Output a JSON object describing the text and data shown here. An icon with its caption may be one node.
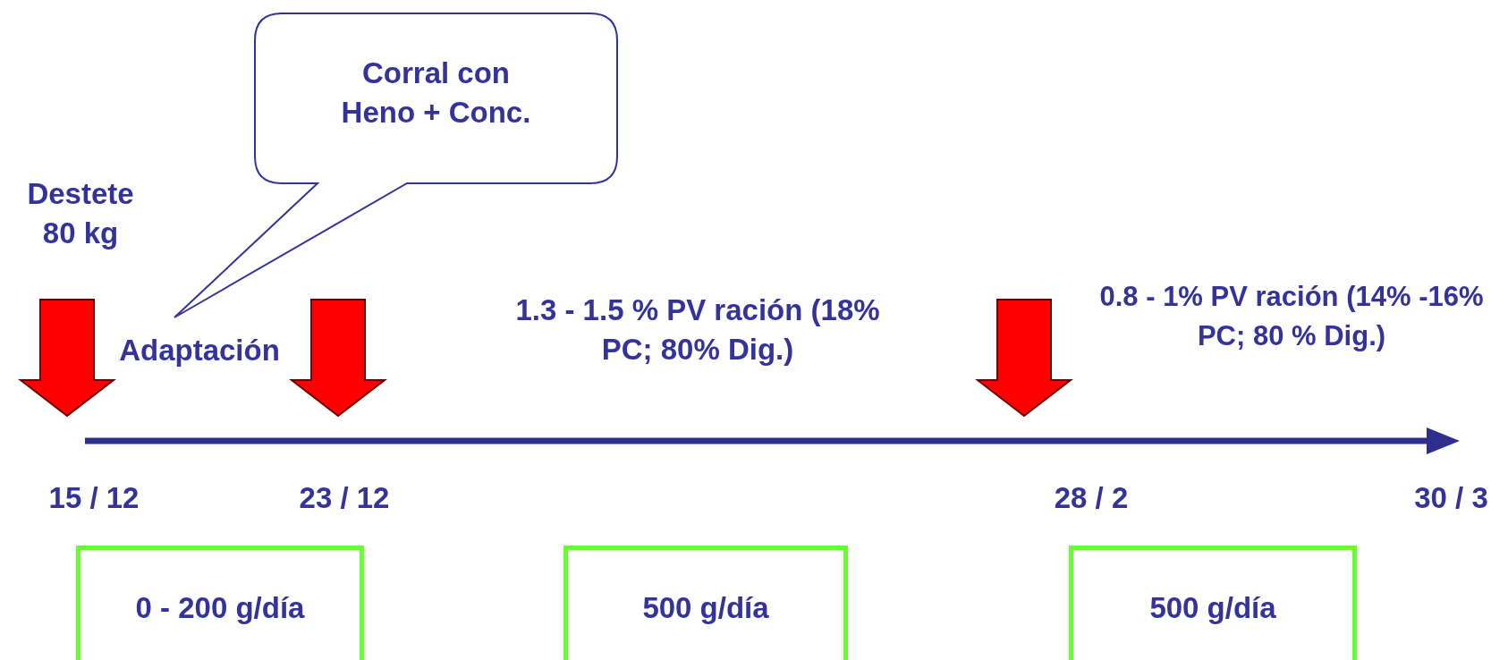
{
  "diagram": {
    "nodes": [
      {
        "text": [
          "Corral con Heno + Conc."
        ]
      },
      {
        "text": [
          "0 - 200 g/día"
        ]
      },
      {
        "text": [
          "500 g/día"
        ]
      },
      {
        "text": [
          "500 g/día"
        ]
      }
    ],
    "labels": [
      "Destete 80 kg",
      "Adaptación",
      "1.3 - 1.5 % PV ración (18% PC; 80% Dig.)",
      "0.8 - 1% PV ración (14% -16% PC; 80 % Dig.)",
      "15 / 12",
      "23 / 12",
      "28 / 2",
      "30 / 3"
    ]
  }
}
